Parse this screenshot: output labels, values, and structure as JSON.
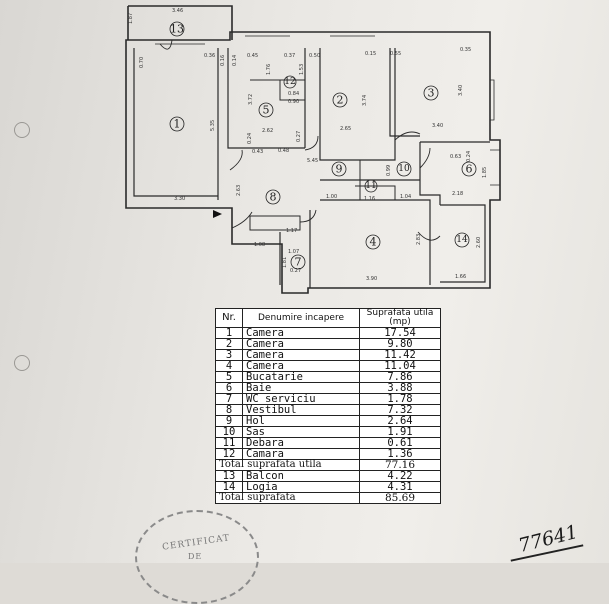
{
  "plan": {
    "rooms": [
      {
        "no": "1"
      },
      {
        "no": "2"
      },
      {
        "no": "3"
      },
      {
        "no": "4"
      },
      {
        "no": "5"
      },
      {
        "no": "6"
      },
      {
        "no": "7"
      },
      {
        "no": "8"
      },
      {
        "no": "9"
      },
      {
        "no": "10"
      },
      {
        "no": "11"
      },
      {
        "no": "12"
      },
      {
        "no": "13"
      },
      {
        "no": "14"
      }
    ],
    "dims": {
      "d_346": "3.46",
      "d_187": "1.87",
      "d_535": "5.35",
      "d_330": "3.30",
      "d_036": "0.36",
      "d_045": "0.45",
      "d_037": "0.37",
      "d_050": "0.50",
      "d_015a": "0.15",
      "d_055": "0.55",
      "d_035": "0.35",
      "d_372": "3.72",
      "d_262": "2.62",
      "d_024": "0.24",
      "d_043": "0.43",
      "d_048": "0.48",
      "d_027": "0.27",
      "d_545": "5.45",
      "d_176": "1.76",
      "d_153": "1.53",
      "d_084": "0.84",
      "d_090": "0.90",
      "d_374": "3.74",
      "d_265": "2.65",
      "d_340a": "3.40",
      "d_340b": "3.40",
      "d_063": "0.63",
      "d_024b": "0.24",
      "d_185": "1.85",
      "d_218": "2.18",
      "d_263": "2.63",
      "d_100": "1.00",
      "d_104": "1.04",
      "d_099": "0.99",
      "d_116": "1.16",
      "d_108": "1.08",
      "d_117": "1.17",
      "d_107": "1.07",
      "d_027b": "0.27",
      "d_181": "1.81",
      "d_390": "3.90",
      "d_283": "2.83",
      "d_260": "2.60",
      "d_166": "1.66",
      "d_070": "0.70",
      "d_016": "0.16",
      "d_014": "0.14"
    }
  },
  "table": {
    "head_nr": "Nr.",
    "head_name": "Denumire incapere",
    "head_area": "Suprafata utila (mp)",
    "rows": [
      {
        "nr": "1",
        "name": "Camera",
        "area": "17.54"
      },
      {
        "nr": "2",
        "name": "Camera",
        "area": "9.80"
      },
      {
        "nr": "3",
        "name": "Camera",
        "area": "11.42"
      },
      {
        "nr": "4",
        "name": "Camera",
        "area": "11.04"
      },
      {
        "nr": "5",
        "name": "Bucatarie",
        "area": "7.86"
      },
      {
        "nr": "6",
        "name": "Baie",
        "area": "3.88"
      },
      {
        "nr": "7",
        "name": "WC serviciu",
        "area": "1.78"
      },
      {
        "nr": "8",
        "name": "Vestibul",
        "area": "7.32"
      },
      {
        "nr": "9",
        "name": "Hol",
        "area": "2.64"
      },
      {
        "nr": "10",
        "name": "Sas",
        "area": "1.91"
      },
      {
        "nr": "11",
        "name": "Debara",
        "area": "0.61"
      },
      {
        "nr": "12",
        "name": "Camara",
        "area": "1.36"
      }
    ],
    "total_util_label": "Total suprafata utila",
    "total_util_value": "77.16",
    "extra_rows": [
      {
        "nr": "13",
        "name": "Balcon",
        "area": "4.22"
      },
      {
        "nr": "14",
        "name": "Logia",
        "area": "4.31"
      }
    ],
    "total_label": "Total suprafata",
    "total_value": "85.69"
  },
  "stamp": {
    "line1": "CERTIFICAT",
    "line2": "DE"
  },
  "handwritten": "77641"
}
